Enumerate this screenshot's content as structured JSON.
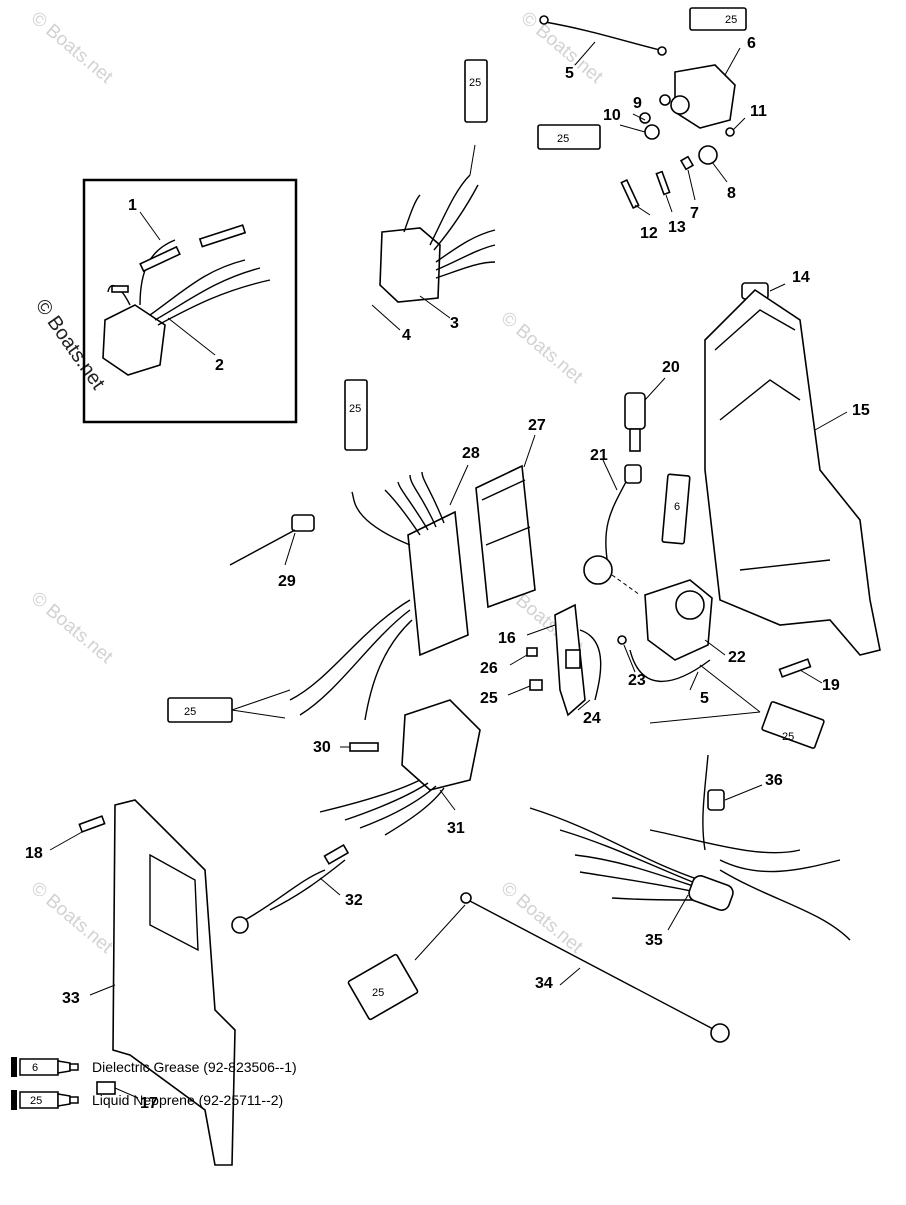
{
  "watermark": "© Boats.net",
  "tube_labels": {
    "grease": "6",
    "neoprene": "25"
  },
  "callouts": {
    "c1": "1",
    "c2": "2",
    "c3": "3",
    "c4": "4",
    "c5a": "5",
    "c5b": "5",
    "c6": "6",
    "c7": "7",
    "c8": "8",
    "c9": "9",
    "c10": "10",
    "c11": "11",
    "c12": "12",
    "c13": "13",
    "c14": "14",
    "c15": "15",
    "c16": "16",
    "c17": "17",
    "c18": "18",
    "c19": "19",
    "c20": "20",
    "c21": "21",
    "c22": "22",
    "c23": "23",
    "c24": "24",
    "c25": "25",
    "c26": "26",
    "c27": "27",
    "c28": "28",
    "c29": "29",
    "c30": "30",
    "c31": "31",
    "c32": "32",
    "c33": "33",
    "c34": "34",
    "c35": "35",
    "c36": "36"
  },
  "legend": [
    {
      "tube": "6",
      "text": "Dielectric Grease (92-823506--1)"
    },
    {
      "tube": "25",
      "text": "Liquid Neoprene (92-25711--2)"
    }
  ]
}
